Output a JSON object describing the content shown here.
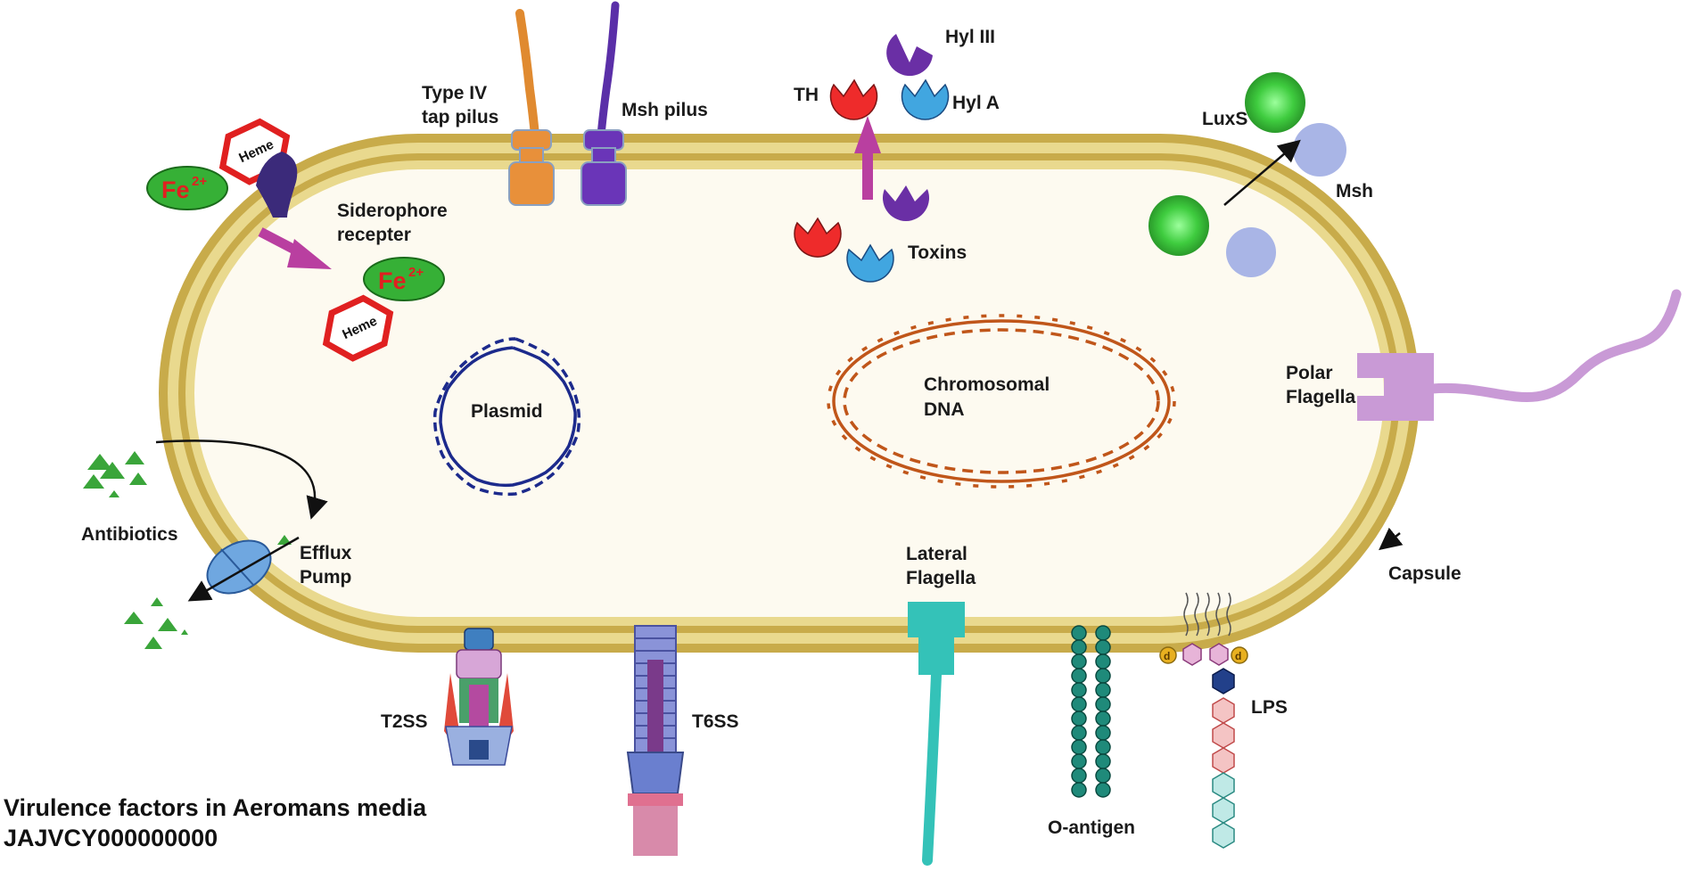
{
  "colors": {
    "membrane_outer": "#c8ab4a",
    "membrane_inner": "#e9d98e",
    "cytoplasm": "#fdfaf0",
    "plasmid": "#1c2a8c",
    "chromosome": "#c0561a",
    "toxin_red": "#ee2b2b",
    "toxin_blue": "#41a6e0",
    "toxin_purple": "#6a2fa5",
    "flagella_polar": "#c99ad6",
    "lateral_flagella": "#34c2b8",
    "antibiotic_green": "#3aa53a",
    "luxs_green": "#3fcc3f",
    "msh_blue": "#a9b5e6",
    "arrow_magenta": "#b93fa0"
  },
  "labels": {
    "type_iv_line1": "Type IV",
    "type_iv_line2": "tap pilus",
    "msh_pilus": "Msh pilus",
    "hyl_iii": "Hyl III",
    "th": "TH",
    "hyl_a": "Hyl A",
    "toxins": "Toxins",
    "luxs": "LuxS",
    "msh": "Msh",
    "siderophore_line1": "Siderophore",
    "siderophore_line2": "recepter",
    "heme": "Heme",
    "fe": "Fe",
    "fe_charge": "2+",
    "plasmid": "Plasmid",
    "chromosomal_line1": "Chromosomal",
    "chromosomal_line2": "DNA",
    "polar_line1": "Polar",
    "polar_line2": "Flagella",
    "antibiotics": "Antibiotics",
    "efflux_line1": "Efflux",
    "efflux_line2": "Pump",
    "capsule": "Capsule",
    "lateral_line1": "Lateral",
    "lateral_line2": "Flagella",
    "t2ss": "T2SS",
    "t6ss": "T6SS",
    "o_antigen": "O-antigen",
    "lps": "LPS",
    "lps_d": "d"
  },
  "title": {
    "line1": "Virulence factors in Aeromans media",
    "line2": "JAJVCY000000000"
  }
}
